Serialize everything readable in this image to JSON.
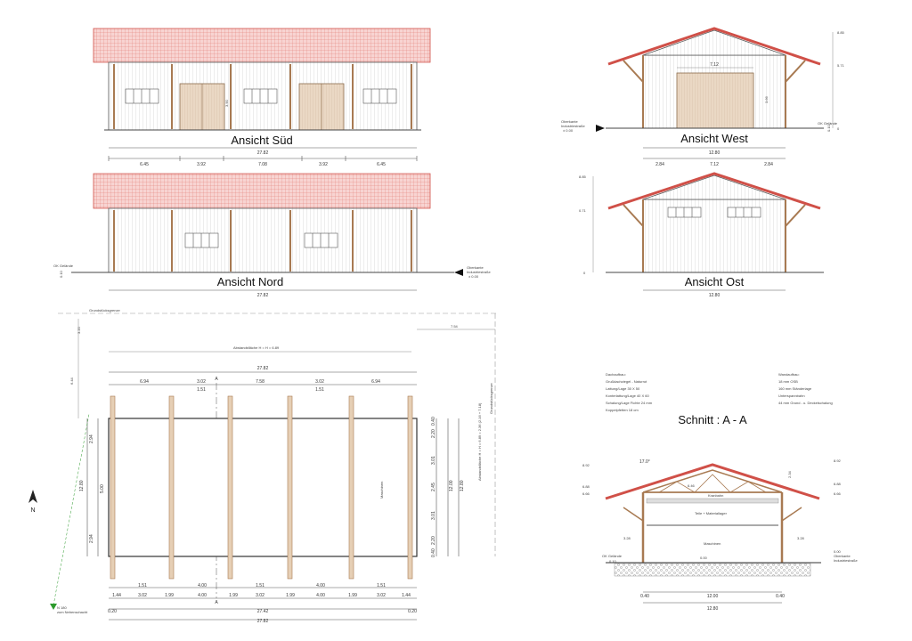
{
  "colors": {
    "roof": "#f8d4d2",
    "roof_line": "#d05048",
    "timber": "#e6cfb5",
    "timber_line": "#a87a52",
    "door": "#ead8c4",
    "north": "#2c9a2c"
  },
  "sued": {
    "title": "Ansicht Süd",
    "total": "27.82",
    "segments": [
      "6.45",
      "3.92",
      "7.08",
      "3.92",
      "6.45"
    ],
    "door_h": "3.90"
  },
  "nord": {
    "title": "Ansicht Nord",
    "total": "27.82",
    "ok_label": "OK Gelände",
    "ok_value": "0.10",
    "street_label_1": "Oberkante",
    "street_label_2": "Industriestraße",
    "street_value": "± 0.00"
  },
  "west": {
    "title": "Ansicht West",
    "total": "12.80",
    "segments": [
      "2.84",
      "7.12",
      "2.84"
    ],
    "door_w": "7.12",
    "door_h": "3.66",
    "levels": [
      "8.85",
      "5.71",
      "0"
    ],
    "ok_label": "OK Gelände",
    "ok_value": "0.10",
    "street_label_1": "Oberkante",
    "street_label_2": "Industriestraße",
    "street_value": "± 0.00"
  },
  "ost": {
    "title": "Ansicht Ost",
    "total": "12.80",
    "levels": [
      "8.85",
      "0.71",
      "0"
    ]
  },
  "plan": {
    "grenze": "Grundstücksgrenze",
    "grenze_right": "Grundstücksgrenze",
    "north": "N",
    "area_note": "Abstandsfläche H = H = 6.89",
    "side_note": "Abstandsfläche H = H = 6.89 = 2.36 (2.16 + 7.18)",
    "top_total": "27.82",
    "top_segments": [
      "6.94",
      "3.02",
      "7.58",
      "3.02",
      "6.94"
    ],
    "top_sub": [
      "1.51",
      "1.51"
    ],
    "section_mark": "A",
    "right_offset": "7.54",
    "left_offsets": [
      "3.20",
      "6.44"
    ],
    "left_dims": [
      "2.94",
      "5.00",
      "2.94"
    ],
    "left_total": "12.80",
    "right_dims": [
      "0.40",
      "2.20",
      "3.01",
      "2.45",
      "3.01",
      "2.20",
      "0.40"
    ],
    "right_totals": [
      "12.00",
      "12.80"
    ],
    "room": "Maschinen",
    "bottom_row1": [
      "1.51",
      "4.00",
      "1.51",
      "4.00",
      "1.51"
    ],
    "bottom_row2": [
      "1.44",
      "3.02",
      "1.99",
      "4.00",
      "1.99",
      "3.02",
      "1.99",
      "4.00",
      "1.99",
      "3.02",
      "1.44"
    ],
    "bottom_total": "27.42",
    "bottom_edges": [
      "0.20",
      "0.20"
    ],
    "bottom_outer": "27.82",
    "north_text_1": "N 180",
    "north_text_2": "zum Nebenschacht"
  },
  "notes": {
    "dach_title": "Dachaufbau:",
    "dach": [
      "Grußdachziegel - Naturrot",
      "Lattung/Lage 30 X 50",
      "Konterlattung/Lage 40 X 60",
      "Schalung/Lage Fichte 24 mm",
      "Koppelpfetten 18 cm"
    ],
    "wand_title": "Wandaufbau:",
    "wand": [
      "18 mm OSB",
      "160 mm Ständerlage",
      "Unterspannbahn",
      "44 mm Grund - u. Deckelschalung"
    ]
  },
  "schnitt": {
    "title": "Schnitt : A - A",
    "angle": "17.0°",
    "levels_left": [
      "8.92",
      "6.88",
      "6.66"
    ],
    "levels_right": [
      "8.92",
      "6.88",
      "6.66"
    ],
    "ridge_h": "2.34",
    "inner_h": "6.46",
    "side_left": "3.28",
    "side_right": "3.28",
    "room_top": "Kranbahn",
    "room_mid": "Teile + Materiallager",
    "room_low": "Maschinen",
    "floor": "0.00",
    "ok_label": "OK Gelände",
    "ok_value": "0.10",
    "street_label_1": "Oberkante",
    "street_label_2": "Industriestraße",
    "street_value": "0.00",
    "segments": [
      "0.40",
      "12.00",
      "0.40"
    ],
    "total": "12.80"
  }
}
